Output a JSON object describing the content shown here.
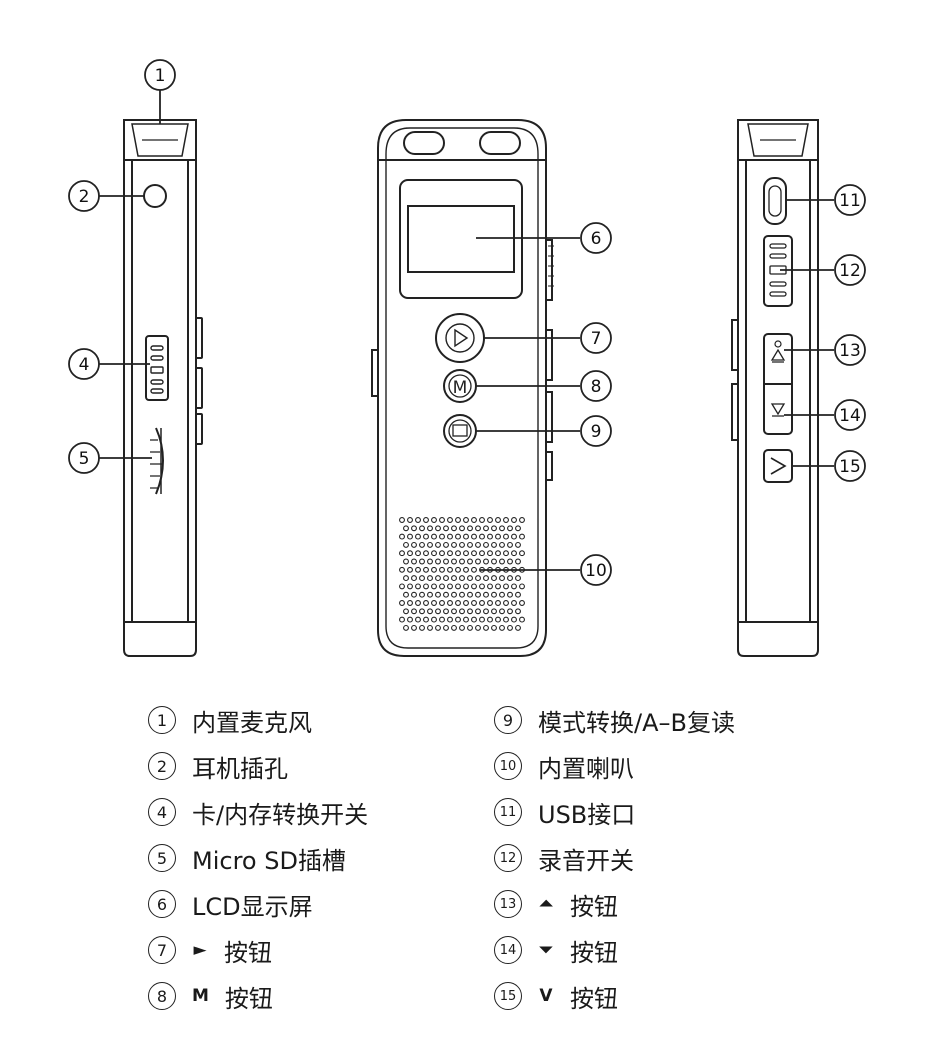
{
  "callouts": [
    "1",
    "2",
    "4",
    "5",
    "6",
    "7",
    "8",
    "9",
    "10",
    "11",
    "12",
    "13",
    "14",
    "15"
  ],
  "legend": [
    {
      "num": "1",
      "sym": "",
      "text": "内置麦克风"
    },
    {
      "num": "2",
      "sym": "",
      "text": "耳机插孔"
    },
    {
      "num": "4",
      "sym": "",
      "text": "卡/内存转换开关"
    },
    {
      "num": "5",
      "sym": "",
      "text": "Micro SD插槽"
    },
    {
      "num": "6",
      "sym": "",
      "text": "LCD显示屏"
    },
    {
      "num": "7",
      "sym": "►",
      "text": "按钮"
    },
    {
      "num": "8",
      "sym": "M",
      "text": "按钮"
    },
    {
      "num": "9",
      "sym": "",
      "text": "模式转换/A–B复读"
    },
    {
      "num": "10",
      "sym": "",
      "text": "内置喇叭"
    },
    {
      "num": "11",
      "sym": "",
      "text": "USB接口"
    },
    {
      "num": "12",
      "sym": "",
      "text": "录音开关"
    },
    {
      "num": "13",
      "sym": "⏶",
      "text": "按钮"
    },
    {
      "num": "14",
      "sym": "⏷",
      "text": "按钮"
    },
    {
      "num": "15",
      "sym": "V",
      "text": "按钮"
    }
  ],
  "device_button_labels": {
    "mode_button_label": "M"
  }
}
